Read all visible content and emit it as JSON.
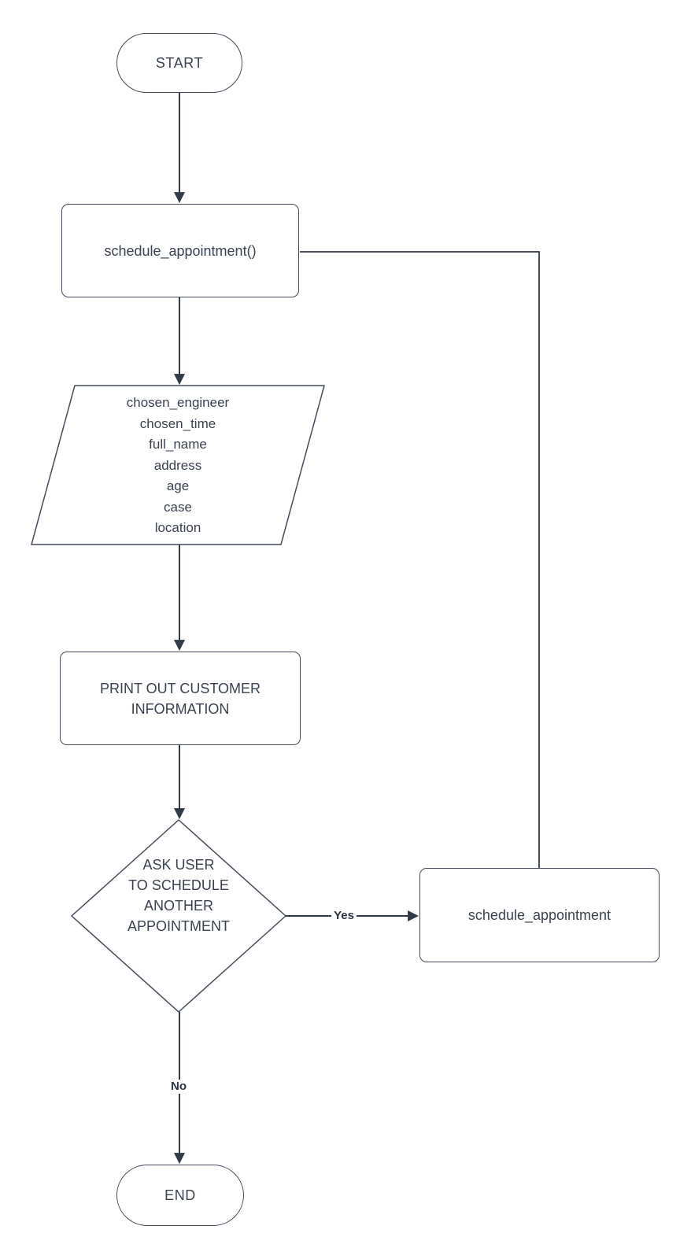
{
  "colors": {
    "background": "#ffffff",
    "shape_stroke": "#434c5a",
    "connector": "#313a47",
    "node_text": "#3a424f",
    "edge_label_text": "#2b3340"
  },
  "flowchart": {
    "nodes": {
      "start": {
        "label": "START",
        "shape": "terminator"
      },
      "schedule_fn": {
        "label": "schedule_appointment()",
        "shape": "process"
      },
      "customer_inputs": {
        "label": "chosen_engineer\nchosen_time\nfull_name\naddress\nage\ncase\nlocation",
        "shape": "input-output"
      },
      "print_info": {
        "label": "PRINT OUT CUSTOMER\nINFORMATION",
        "shape": "process"
      },
      "ask_again": {
        "label": "ASK USER\nTO SCHEDULE\nANOTHER\nAPPOINTMENT",
        "shape": "decision"
      },
      "reschedule": {
        "label": "schedule_appointment",
        "shape": "process"
      },
      "end": {
        "label": "END",
        "shape": "terminator"
      }
    },
    "edge_labels": {
      "yes": "Yes",
      "no": "No"
    }
  }
}
